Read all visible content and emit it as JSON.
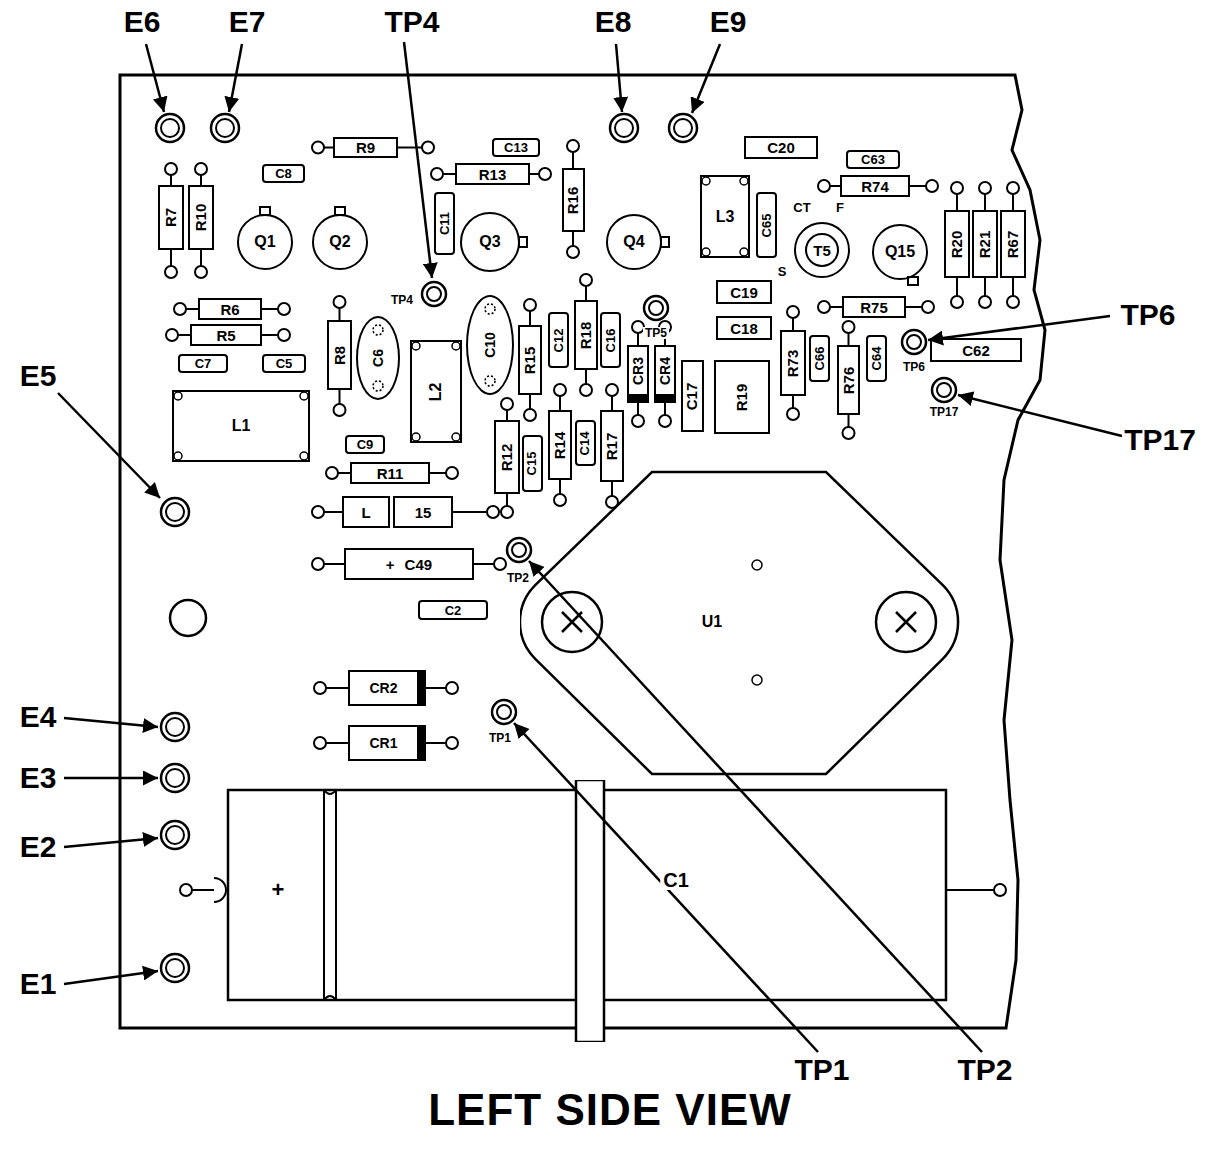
{
  "diagram": {
    "caption": "LEFT SIDE VIEW",
    "nodes": [
      {
        "text": [
          "R9"
        ]
      },
      {
        "text": [
          "C13"
        ]
      },
      {
        "text": [
          "C20"
        ]
      },
      {
        "text": [
          "R13"
        ]
      },
      {
        "text": [
          "C63"
        ]
      },
      {
        "text": [
          "C8"
        ]
      },
      {
        "text": [
          "R74"
        ]
      },
      {
        "text": [
          "R7"
        ]
      },
      {
        "text": [
          "R10"
        ]
      },
      {
        "text": [
          "Q1"
        ]
      },
      {
        "text": [
          "Q2"
        ]
      },
      {
        "text": [
          "C11"
        ]
      },
      {
        "text": [
          "Q3"
        ]
      },
      {
        "text": [
          "R16"
        ]
      },
      {
        "text": [
          "Q4"
        ]
      },
      {
        "text": [
          "L3"
        ]
      },
      {
        "text": [
          "C65"
        ]
      },
      {
        "text": [
          "T5"
        ]
      },
      {
        "text": [
          "Q15"
        ]
      },
      {
        "text": [
          "R20"
        ]
      },
      {
        "text": [
          "R21"
        ]
      },
      {
        "text": [
          "R67"
        ]
      },
      {
        "text": [
          "C19"
        ]
      },
      {
        "text": [
          "R6"
        ]
      },
      {
        "text": [
          "C12"
        ]
      },
      {
        "text": [
          "R18"
        ]
      },
      {
        "text": [
          "C16"
        ]
      },
      {
        "text": [
          "C18"
        ]
      },
      {
        "text": [
          "R75"
        ]
      },
      {
        "text": [
          "C62"
        ]
      },
      {
        "text": [
          "R5"
        ]
      },
      {
        "text": [
          "C6"
        ]
      },
      {
        "text": [
          "C10"
        ]
      },
      {
        "text": [
          "L2"
        ]
      },
      {
        "text": [
          "R8"
        ]
      },
      {
        "text": [
          "R15"
        ]
      },
      {
        "text": [
          "C7"
        ]
      },
      {
        "text": [
          "C5"
        ]
      },
      {
        "text": [
          "R73"
        ]
      },
      {
        "text": [
          "C66"
        ]
      },
      {
        "text": [
          "R76"
        ]
      },
      {
        "text": [
          "C64"
        ]
      },
      {
        "text": [
          "CR3"
        ]
      },
      {
        "text": [
          "CR4"
        ]
      },
      {
        "text": [
          "C17"
        ]
      },
      {
        "text": [
          "R19"
        ]
      },
      {
        "text": [
          "L1"
        ]
      },
      {
        "text": [
          "R12"
        ]
      },
      {
        "text": [
          "C15"
        ]
      },
      {
        "text": [
          "R14"
        ]
      },
      {
        "text": [
          "C14"
        ]
      },
      {
        "text": [
          "R17"
        ]
      },
      {
        "text": [
          "C9"
        ]
      },
      {
        "text": [
          "R11"
        ]
      },
      {
        "text": [
          "L"
        ]
      },
      {
        "text": [
          "15"
        ]
      },
      {
        "text": [
          "+",
          "C49"
        ]
      },
      {
        "text": [
          "C2"
        ]
      },
      {
        "text": [
          "U1"
        ]
      },
      {
        "text": [
          "CR2"
        ]
      },
      {
        "text": [
          "CR1"
        ]
      },
      {
        "text": [
          "+",
          "C1"
        ]
      }
    ],
    "labels": [
      "E6",
      "E7",
      "TP4",
      "E8",
      "E9",
      "TP4",
      "TP5",
      "TP6",
      "CT",
      "F",
      "S",
      "TP6",
      "TP17",
      "TP17",
      "E5",
      "TP2",
      "E4",
      "TP1",
      "E3",
      "E2",
      "E1",
      "TP1",
      "TP2"
    ]
  }
}
